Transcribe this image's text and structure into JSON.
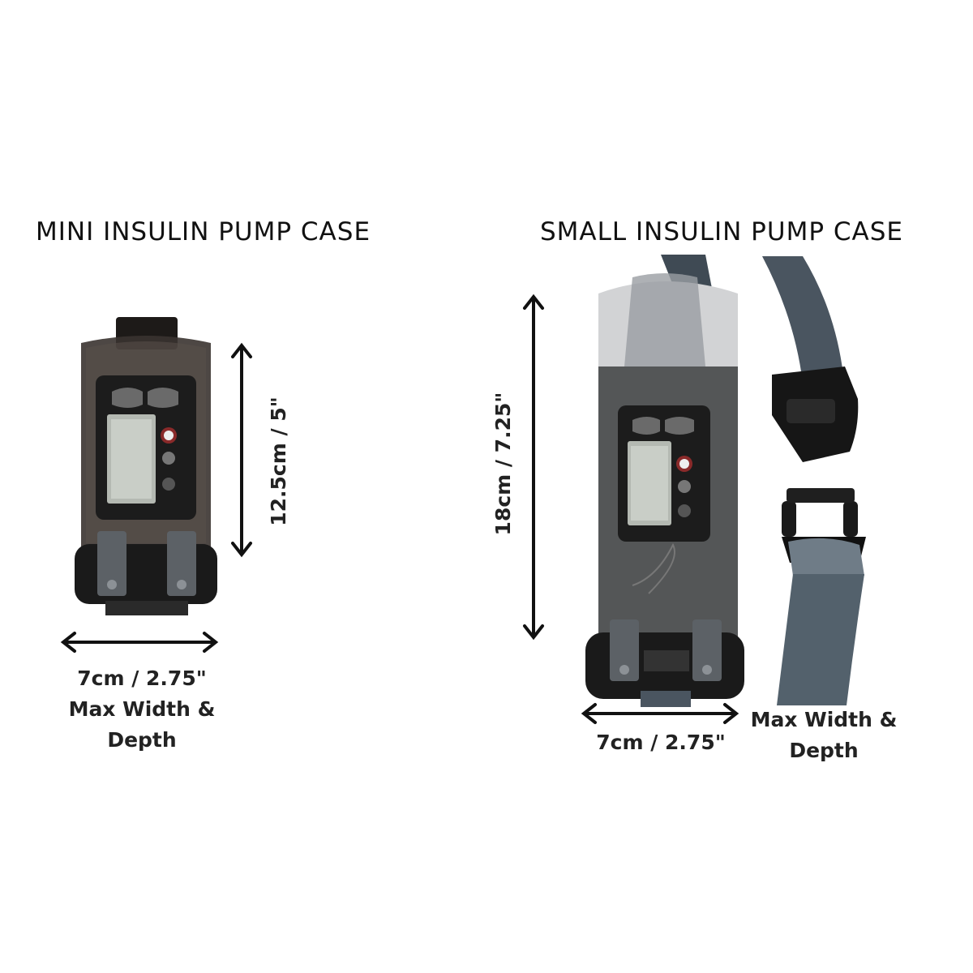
{
  "mini": {
    "title": "MINI INSULIN PUMP CASE",
    "height_label": "12.5cm / 5\"",
    "width_label": "7cm / 2.75\"",
    "width_caption_line1": "Max Width &",
    "width_caption_line2": "Depth"
  },
  "small": {
    "title": "SMALL INSULIN PUMP CASE",
    "height_label": "18cm / 7.25\"",
    "width_label": "7cm / 2.75\"",
    "width_caption_line1": "Max Width &",
    "width_caption_line2": "Depth"
  },
  "colors": {
    "case_dark": "#2b2522",
    "case_clear": "#cfd0d2",
    "strap": "#4a5560",
    "buckle": "#1a1a1a",
    "arrow": "#111111"
  }
}
